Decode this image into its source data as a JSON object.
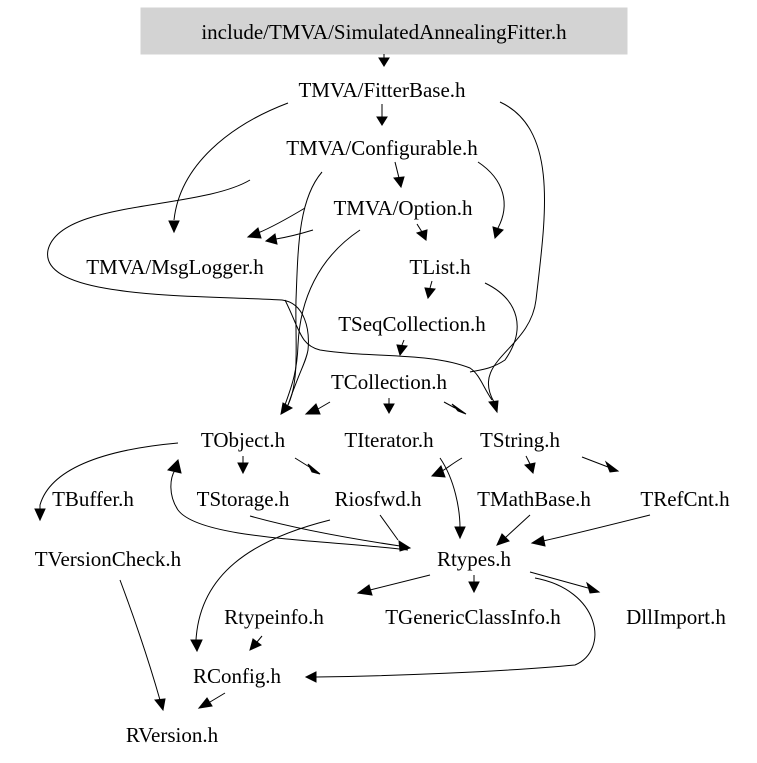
{
  "diagram": {
    "root": "include/TMVA/SimulatedAnnealingFitter.h",
    "nodes": {
      "fitterbase": "TMVA/FitterBase.h",
      "configurable": "TMVA/Configurable.h",
      "option": "TMVA/Option.h",
      "msglogger": "TMVA/MsgLogger.h",
      "tlist": "TList.h",
      "tseqcollection": "TSeqCollection.h",
      "tcollection": "TCollection.h",
      "tobject": "TObject.h",
      "titerator": "TIterator.h",
      "tstring": "TString.h",
      "tbuffer": "TBuffer.h",
      "tstorage": "TStorage.h",
      "riosfwd": "Riosfwd.h",
      "tmathbase": "TMathBase.h",
      "trefcnt": "TRefCnt.h",
      "tversioncheck": "TVersionCheck.h",
      "rtypes": "Rtypes.h",
      "rtypeinfo": "Rtypeinfo.h",
      "tgenericclassinfo": "TGenericClassInfo.h",
      "dllimport": "DllImport.h",
      "rconfig": "RConfig.h",
      "rversion": "RVersion.h"
    },
    "colors": {
      "root_fill": "#d3d3d3",
      "edge": "#000000",
      "text": "#000000",
      "background": "#ffffff"
    }
  }
}
